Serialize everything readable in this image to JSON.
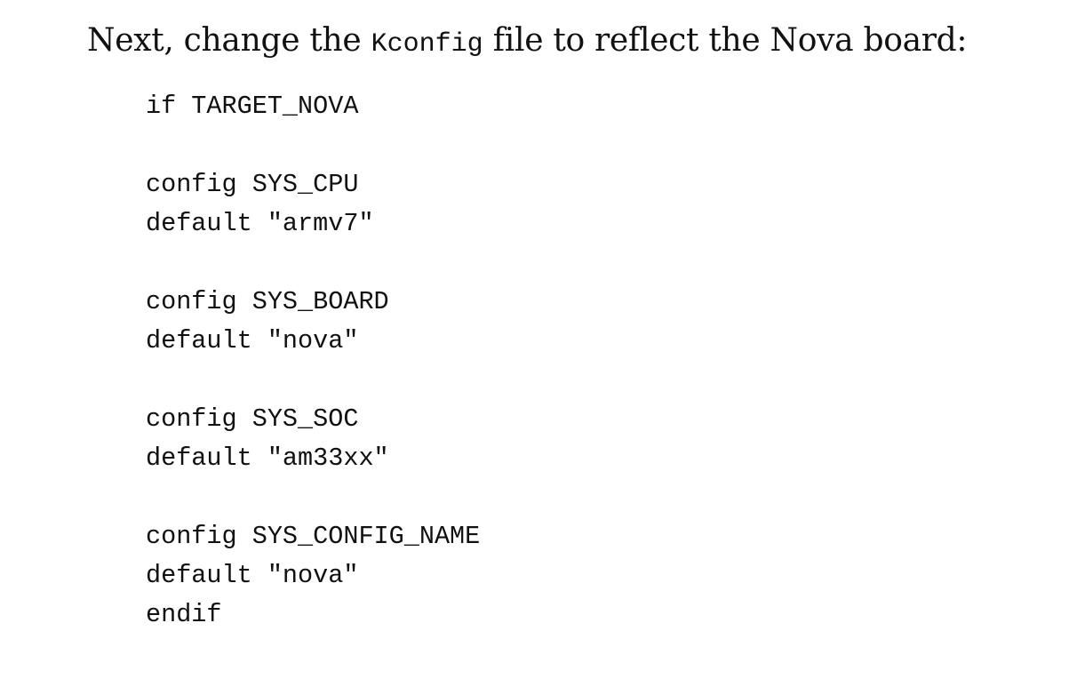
{
  "intro": {
    "before": "Next, change the ",
    "code": "Kconfig",
    "after": " file to reflect the Nova board:"
  },
  "code_lines": [
    "if TARGET_NOVA",
    "",
    "config SYS_CPU",
    "default \"armv7\"",
    "",
    "config SYS_BOARD",
    "default \"nova\"",
    "",
    "config SYS_SOC",
    "default \"am33xx\"",
    "",
    "config SYS_CONFIG_NAME",
    "default \"nova\"",
    "endif"
  ]
}
